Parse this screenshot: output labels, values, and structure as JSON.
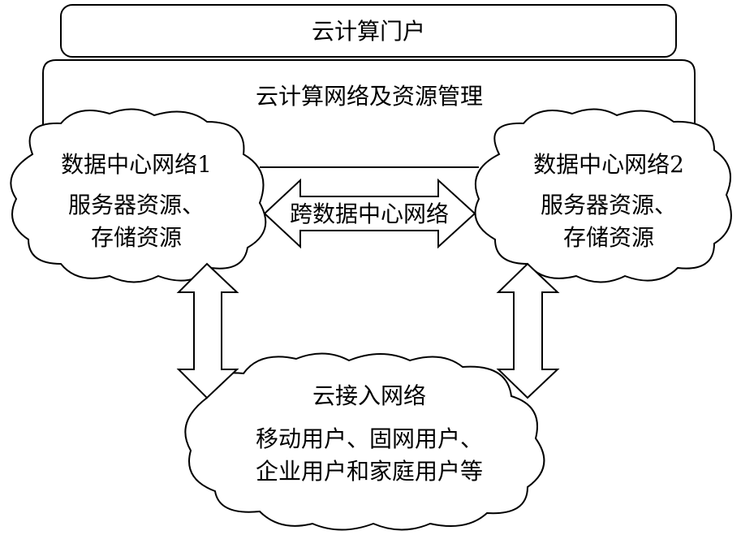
{
  "portal": {
    "label": "云计算门户"
  },
  "management": {
    "label": "云计算网络及资源管理"
  },
  "datacenter_1": {
    "title": "数据中心网络1",
    "line_1": "服务器资源、",
    "line_2": "存储资源"
  },
  "datacenter_2": {
    "title": "数据中心网络2",
    "line_1": "服务器资源、",
    "line_2": "存储资源"
  },
  "cross_link": {
    "label": "跨数据中心网络"
  },
  "access": {
    "title": "云接入网络",
    "line_1": "移动用户、固网用户、",
    "line_2": "企业用户和家庭用户等"
  },
  "colors": {
    "stroke": "#000000",
    "fill": "#ffffff"
  }
}
